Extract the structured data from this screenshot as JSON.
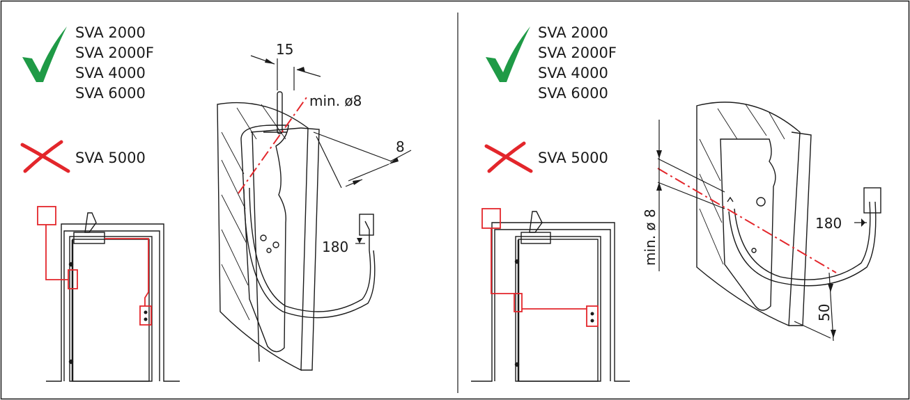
{
  "colors": {
    "ok": "#1f9a46",
    "no": "#e3262b",
    "line": "#1a1a1a",
    "wiring": "#e3262b"
  },
  "left_panel": {
    "compatible_models": [
      "SVA 2000",
      "SVA 2000F",
      "SVA 4000",
      "SVA 6000"
    ],
    "incompatible_models": [
      "SVA 5000"
    ],
    "dim_top": "15",
    "dim_hole": "min. ø8",
    "dim_side": "8",
    "dim_cable": "180"
  },
  "right_panel": {
    "compatible_models": [
      "SVA 2000",
      "SVA 2000F",
      "SVA 4000",
      "SVA 6000"
    ],
    "incompatible_models": [
      "SVA 5000"
    ],
    "dim_hole": "min. ø 8",
    "dim_cable": "180",
    "dim_bottom": "50"
  },
  "icons": [
    "checkmark-icon",
    "cross-icon"
  ]
}
